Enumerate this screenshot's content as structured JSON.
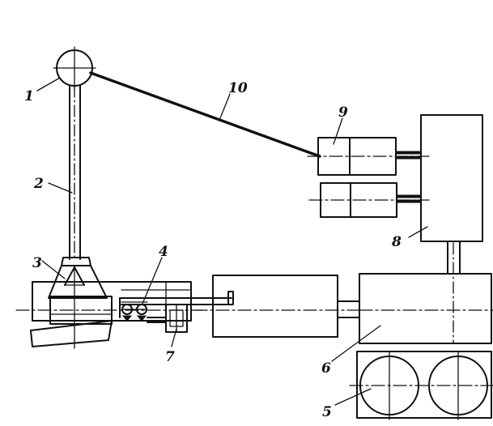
{
  "diagram": {
    "labels": {
      "l1": "1",
      "l2": "2",
      "l3": "3",
      "l4": "4",
      "l5": "5",
      "l6": "6",
      "l7": "7",
      "l8": "8",
      "l9": "9",
      "l10": "10"
    },
    "colors": {
      "ink": "#111111",
      "paper": "#ffffff"
    }
  }
}
